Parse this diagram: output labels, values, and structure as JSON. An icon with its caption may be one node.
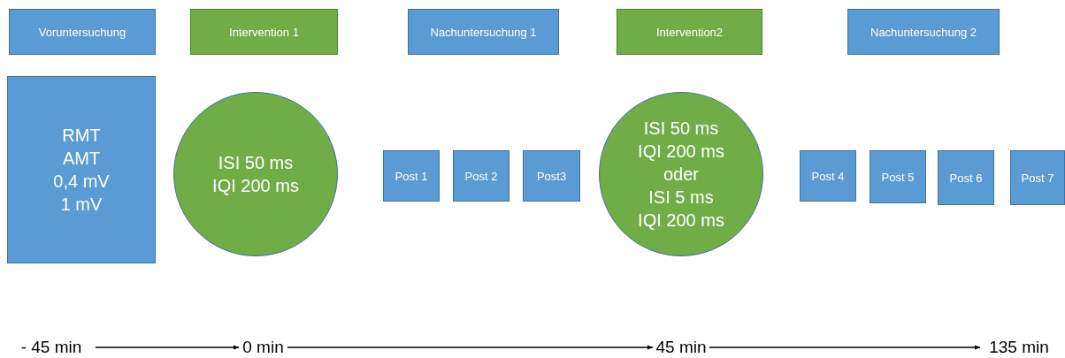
{
  "diagram": {
    "nodes": [
      {
        "text": [
          "Voruntersuchung"
        ]
      },
      {
        "text": [
          "Intervention 1"
        ]
      },
      {
        "text": [
          "Nachuntersuchung 1"
        ]
      },
      {
        "text": [
          "Intervention2"
        ]
      },
      {
        "text": [
          "Nachuntersuchung 2"
        ]
      },
      {
        "text": [
          "RMT",
          "AMT",
          "0,4 mV",
          "1 mV"
        ]
      },
      {
        "text": [
          "ISI 50 ms",
          "IQI 200 ms"
        ]
      },
      {
        "text": [
          "Post 1"
        ]
      },
      {
        "text": [
          "Post 2"
        ]
      },
      {
        "text": [
          "Post3"
        ]
      },
      {
        "text": [
          "ISI 50 ms",
          "IQI 200 ms",
          "oder",
          "ISI 5 ms",
          "IQI 200 ms"
        ]
      },
      {
        "text": [
          "Post 4"
        ]
      },
      {
        "text": [
          "Post 5"
        ]
      },
      {
        "text": [
          "Post 6"
        ]
      },
      {
        "text": [
          "Post 7"
        ]
      },
      {
        "text": [
          "- 45 min"
        ]
      },
      {
        "text": [
          "0 min"
        ]
      },
      {
        "text": [
          "45 min"
        ]
      },
      {
        "text": [
          "135 min"
        ]
      }
    ],
    "edges": [
      {
        "from": 15,
        "to": 16,
        "arrow": "to"
      },
      {
        "from": 16,
        "to": 17,
        "arrow": "to"
      },
      {
        "from": 17,
        "to": 18,
        "arrow": "to"
      }
    ]
  }
}
